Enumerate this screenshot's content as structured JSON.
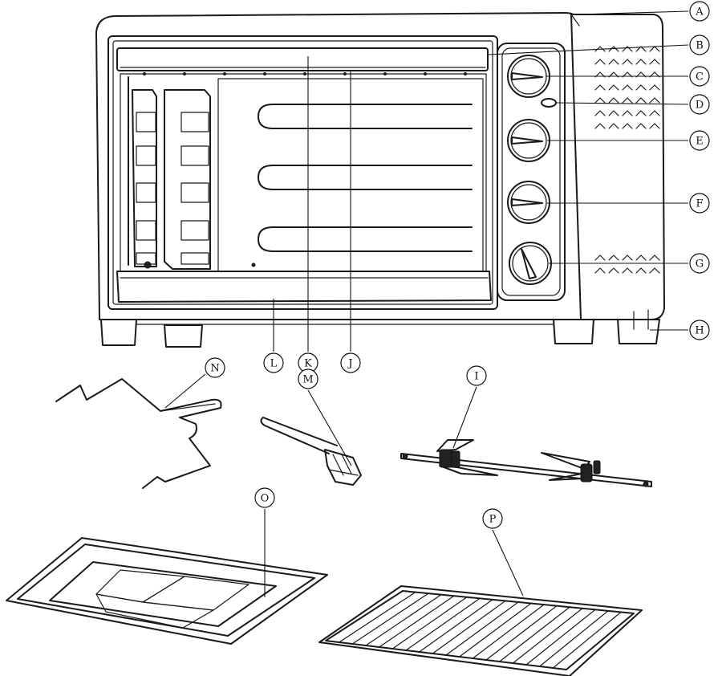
{
  "labels": {
    "A": "A",
    "B": "B",
    "C": "C",
    "D": "D",
    "E": "E",
    "F": "F",
    "G": "G",
    "H": "H",
    "I": "I",
    "J": "J",
    "K": "K",
    "L": "L",
    "M": "M",
    "N": "N",
    "O": "O",
    "P": "P"
  },
  "colors": {
    "line": "#1a1a1a",
    "background": "#ffffff"
  }
}
